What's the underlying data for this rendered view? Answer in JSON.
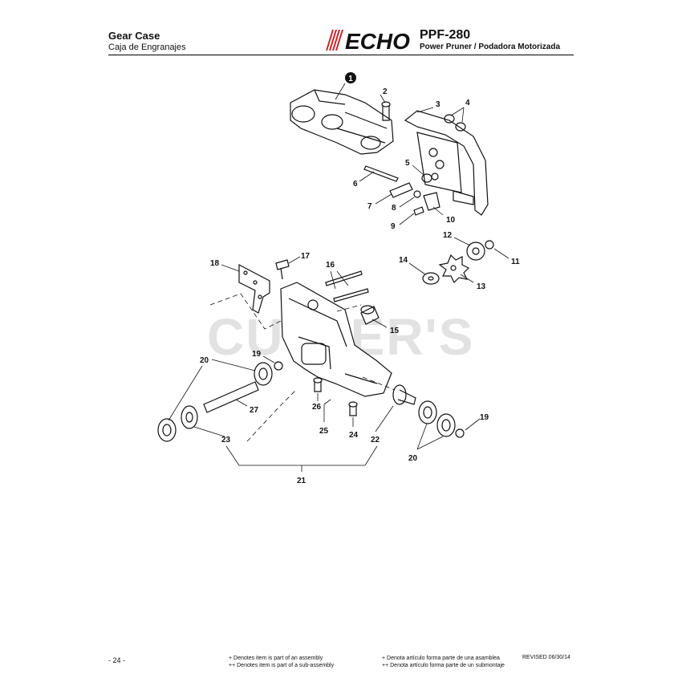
{
  "header": {
    "title": "Gear Case",
    "subtitle": "Caja de Engranajes",
    "brand": "ECHO",
    "model": "PPF-280",
    "model_description": "Power Pruner / Podadora Motorizada"
  },
  "watermark": "CUTTER'S",
  "callouts": {
    "c1": "1",
    "c2": "2",
    "c3": "3",
    "c4": "4",
    "c5": "5",
    "c6": "6",
    "c7": "7",
    "c8": "8",
    "c9": "9",
    "c10": "10",
    "c11": "11",
    "c12": "12",
    "c13": "13",
    "c14": "14",
    "c15": "15",
    "c16": "16",
    "c17": "17",
    "c18": "18",
    "c19a": "19",
    "c19b": "19",
    "c20a": "20",
    "c20b": "20",
    "c21": "21",
    "c22": "22",
    "c23": "23",
    "c24": "24",
    "c25": "25",
    "c26": "26",
    "c27": "27"
  },
  "footer": {
    "page": "- 24 -",
    "note_en_1": "+ Denotes item is part of an assembly",
    "note_en_2": "++ Denotes item is part of a sub-assembly",
    "note_es_1": "+ Denota artículo forma parte de una asamblea",
    "note_es_2": "++ Denota artículo forma parte de un submontaje",
    "revised": "REVISED 06/30/14"
  },
  "colors": {
    "ink": "#111111",
    "brand_red": "#d21f26",
    "watermark": "#e2e2e2"
  }
}
